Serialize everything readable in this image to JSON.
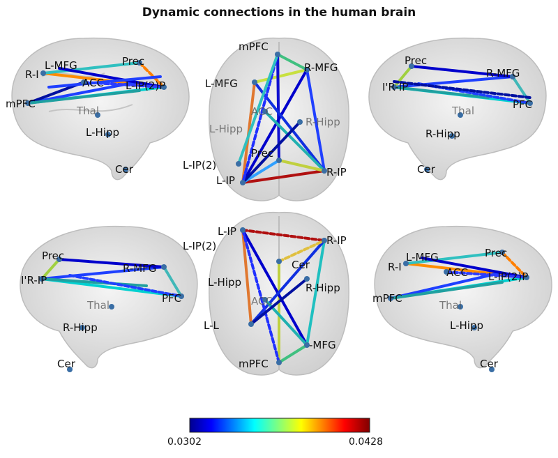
{
  "title": "Dynamic connections in the human brain",
  "colorbar": {
    "min": "0.0302",
    "max": "0.0428",
    "colormap": "jet"
  },
  "node_label_texts": [
    "mPFC",
    "L-MFG",
    "R-MFG",
    "L-IP",
    "R-IP",
    "L-IP(2)",
    "Prec",
    "Thal",
    "L-Hipp",
    "R-Hipp",
    "Cer",
    "ACC",
    "R-IP",
    "L-IP(2)P"
  ],
  "views": [
    {
      "name": "left-lateral"
    },
    {
      "name": "top"
    },
    {
      "name": "right-lateral"
    },
    {
      "name": "right-lateral-lower"
    },
    {
      "name": "bottom"
    },
    {
      "name": "left-lateral-lower"
    }
  ]
}
